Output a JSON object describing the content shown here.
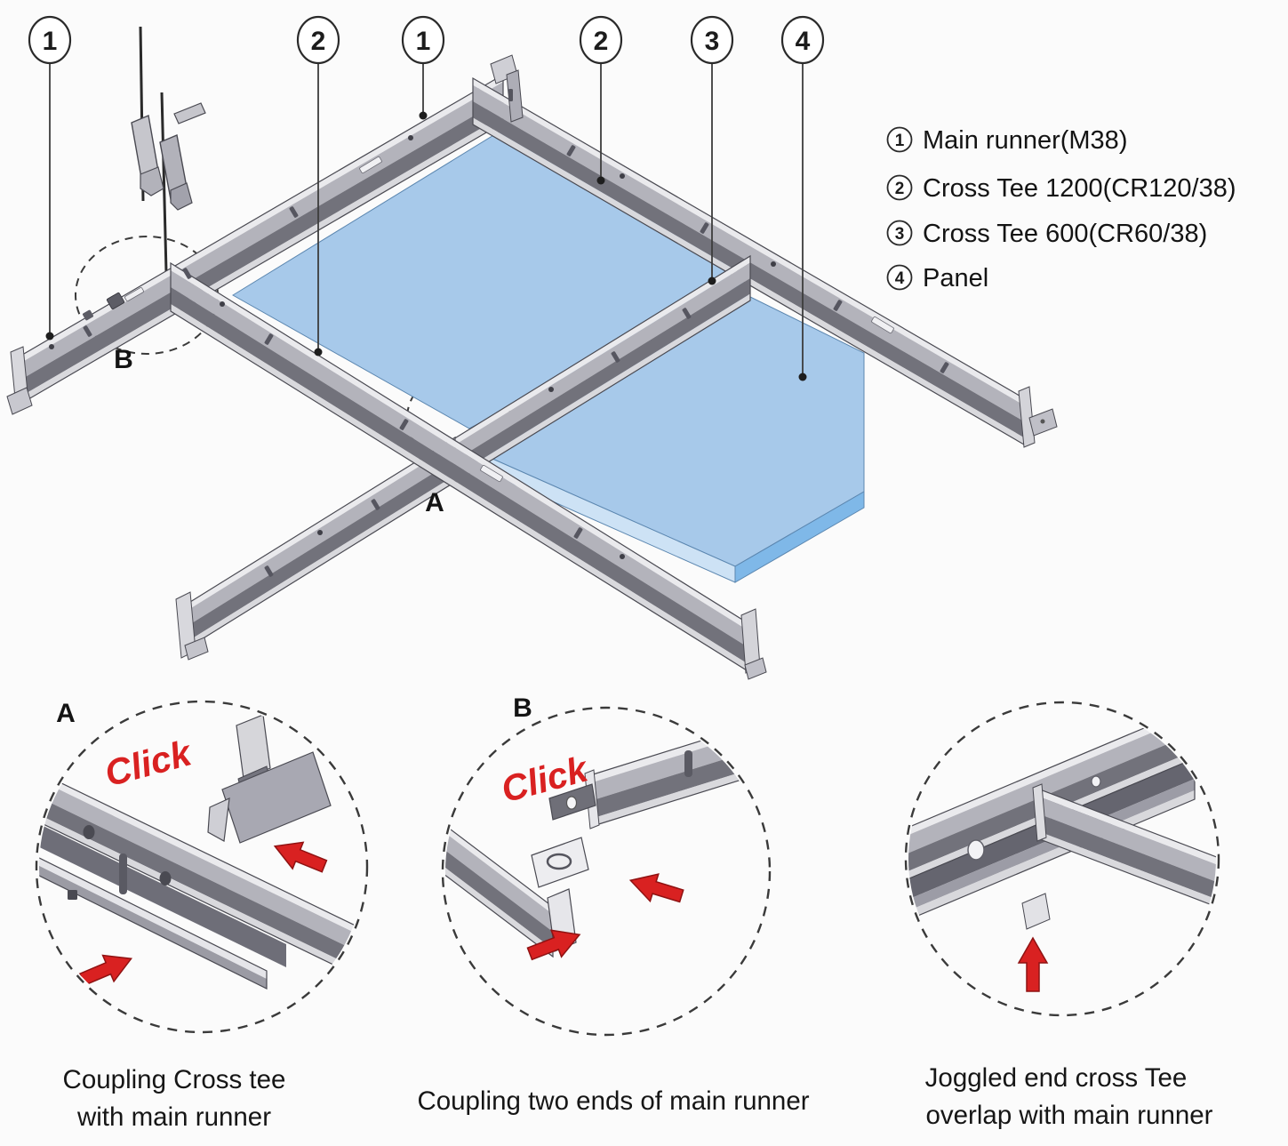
{
  "figure": {
    "title_domain": "suspended-ceiling-grid-installation-diagram",
    "callout_numbers": [
      "1",
      "2",
      "1",
      "2",
      "3",
      "4"
    ],
    "legend": [
      {
        "num": "1",
        "label": "Main runner(M38)"
      },
      {
        "num": "2",
        "label": "Cross Tee 1200(CR120/38)"
      },
      {
        "num": "3",
        "label": "Cross Tee 600(CR60/38)"
      },
      {
        "num": "4",
        "label": "Panel"
      }
    ],
    "detail_labels": {
      "a": "A",
      "b": "B"
    },
    "click_text": "Click",
    "captions": [
      {
        "lines": [
          "Coupling Cross tee",
          "with main runner"
        ]
      },
      {
        "lines": [
          "Coupling two ends of main runner"
        ]
      },
      {
        "lines": [
          "Joggled end cross Tee",
          "overlap with main runner"
        ]
      }
    ],
    "colors": {
      "background": "#fbfbfb",
      "panel_blue": "#a7c9ea",
      "panel_edge_light": "#cde2f5",
      "panel_edge_medium": "#7fb8e8",
      "panel_outline": "#5c87b0",
      "accent_red": "#d92121",
      "accent_red_dark": "#8f1212",
      "metal_light": "#eaeaed",
      "metal_mid": "#b3b3bb",
      "metal_dark": "#72727b",
      "metal_lip": "#d9d9dd",
      "beam_outline": "#4a4a52",
      "line_dark": "#2a2a2a",
      "dash_gray": "#3a3a3a"
    }
  }
}
